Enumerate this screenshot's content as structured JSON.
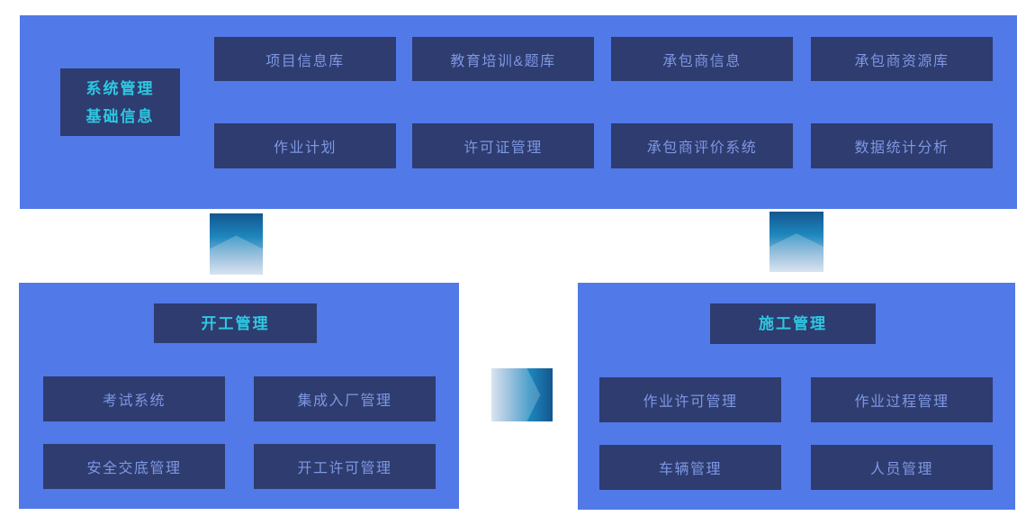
{
  "colors": {
    "panel": "#5179e8",
    "box": "#2e3c6f",
    "boxText": "#7e97e3",
    "headerText": "#2ec7e0",
    "pageBg": "#ffffff"
  },
  "top_section": {
    "header_line1": "系统管理",
    "header_line2": "基础信息",
    "row1": [
      "项目信息库",
      "教育培训&题库",
      "承包商信息",
      "承包商资源库"
    ],
    "row2": [
      "作业计划",
      "许可证管理",
      "承包商评价系统",
      "数据统计分析"
    ]
  },
  "start_section": {
    "header": "开工管理",
    "items": [
      "考试系统",
      "集成入厂管理",
      "安全交底管理",
      "开工许可管理"
    ]
  },
  "construction_section": {
    "header": "施工管理",
    "items": [
      "作业许可管理",
      "作业过程管理",
      "车辆管理",
      "人员管理"
    ]
  }
}
